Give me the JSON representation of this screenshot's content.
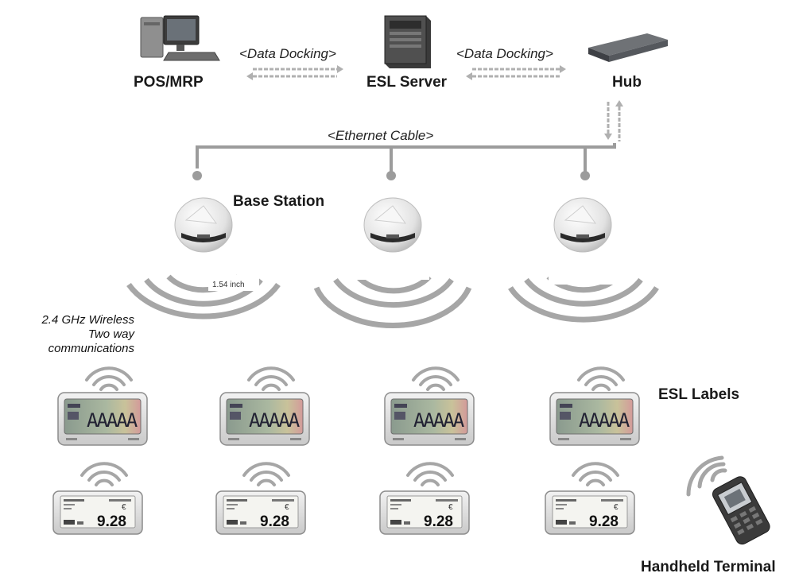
{
  "nodes": {
    "pos": "POS/MRP",
    "server": "ESL Server",
    "hub": "Hub",
    "base_station": "Base Station",
    "esl_labels": "ESL Labels",
    "handheld": "Handheld Terminal"
  },
  "links": {
    "data_docking_1": "<Data Docking>",
    "data_docking_2": "<Data Docking>",
    "ethernet": "<Ethernet Cable>"
  },
  "wireless": {
    "line1": "2.4 GHz Wireless",
    "line2": "Two way",
    "line3": "communications"
  },
  "size_note": "1.54 inch",
  "labels": {
    "lcd_text": "AAAAA",
    "epaper_price": "9.28",
    "epaper_currency": "€"
  },
  "colors": {
    "connector": "#b0b0b0",
    "cable": "#9c9c9c",
    "wave": "#a6a6a6"
  }
}
